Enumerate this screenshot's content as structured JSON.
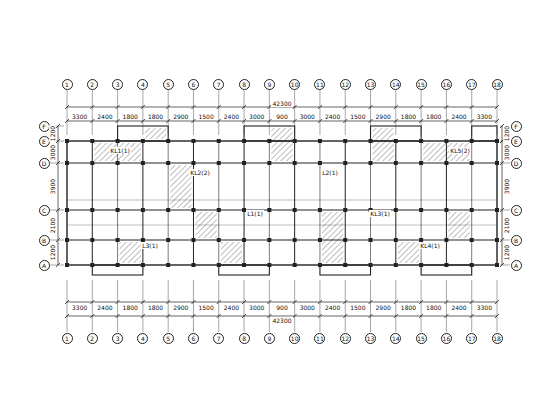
{
  "diagram": {
    "nodes": [
      {
        "text": [
          "1"
        ]
      },
      {
        "text": [
          "2"
        ]
      },
      {
        "text": [
          "3"
        ]
      },
      {
        "text": [
          "4"
        ]
      },
      {
        "text": [
          "5"
        ]
      },
      {
        "text": [
          "6"
        ]
      },
      {
        "text": [
          "7"
        ]
      },
      {
        "text": [
          "8"
        ]
      },
      {
        "text": [
          "9"
        ]
      },
      {
        "text": [
          "10"
        ]
      },
      {
        "text": [
          "11"
        ]
      },
      {
        "text": [
          "12"
        ]
      },
      {
        "text": [
          "13"
        ]
      },
      {
        "text": [
          "14"
        ]
      },
      {
        "text": [
          "15"
        ]
      },
      {
        "text": [
          "16"
        ]
      },
      {
        "text": [
          "17"
        ]
      },
      {
        "text": [
          "18"
        ]
      },
      {
        "text": [
          "F"
        ]
      },
      {
        "text": [
          "E"
        ]
      },
      {
        "text": [
          "D"
        ]
      },
      {
        "text": [
          "C"
        ]
      },
      {
        "text": [
          "B"
        ]
      },
      {
        "text": [
          "A"
        ]
      },
      {
        "text": [
          "F"
        ]
      },
      {
        "text": [
          "E"
        ]
      },
      {
        "text": [
          "D"
        ]
      },
      {
        "text": [
          "C"
        ]
      },
      {
        "text": [
          "B"
        ]
      },
      {
        "text": [
          "A"
        ]
      },
      {
        "text": [
          "1"
        ]
      },
      {
        "text": [
          "2"
        ]
      },
      {
        "text": [
          "3"
        ]
      },
      {
        "text": [
          "4"
        ]
      },
      {
        "text": [
          "5"
        ]
      },
      {
        "text": [
          "6"
        ]
      },
      {
        "text": [
          "7"
        ]
      },
      {
        "text": [
          "8"
        ]
      },
      {
        "text": [
          "9"
        ]
      },
      {
        "text": [
          "10"
        ]
      },
      {
        "text": [
          "11"
        ]
      },
      {
        "text": [
          "12"
        ]
      },
      {
        "text": [
          "13"
        ]
      },
      {
        "text": [
          "14"
        ]
      },
      {
        "text": [
          "15"
        ]
      },
      {
        "text": [
          "16"
        ]
      },
      {
        "text": [
          "17"
        ]
      },
      {
        "text": [
          "18"
        ]
      }
    ],
    "labels": [
      "42300",
      "3300",
      "2400",
      "1800",
      "1800",
      "2900",
      "1500",
      "2400",
      "3000",
      "900",
      "3000",
      "2400",
      "1500",
      "2900",
      "1800",
      "1800",
      "2400",
      "3300",
      "42300",
      "3300",
      "2400",
      "1800",
      "1800",
      "2900",
      "1500",
      "2400",
      "3000",
      "900",
      "3000",
      "2400",
      "1500",
      "2900",
      "1800",
      "1800",
      "2400",
      "3300",
      "1200",
      "3000",
      "3900",
      "2100",
      "1200",
      "1200",
      "3000",
      "3900",
      "2100",
      "1200",
      "KL1(1)",
      "KL2(2)",
      "L1(1)",
      "L2(1)",
      "KL3(1)",
      "KL4(1)",
      "L3(1)",
      "KL5(2)"
    ]
  }
}
